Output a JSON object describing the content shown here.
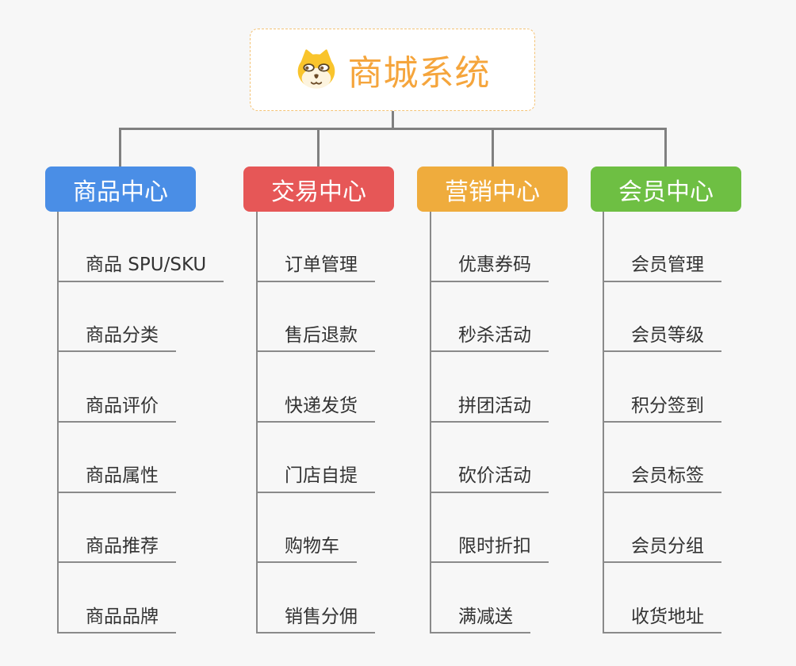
{
  "app": {
    "type": "mindmap",
    "background_color": "#f7f7f7",
    "connector_color": "#808080",
    "child_line_color": "#8a8a8a",
    "child_text_color": "#333333"
  },
  "root": {
    "title": "商城系统",
    "icon": "shiba-dog-icon",
    "title_color": "#f5a53c",
    "border_color": "#f4c376",
    "fill_color": "#ffffff"
  },
  "branches": [
    {
      "label": "商品中心",
      "color": "#4a8ee6",
      "children": [
        "商品 SPU/SKU",
        "商品分类",
        "商品评价",
        "商品属性",
        "商品推荐",
        "商品品牌"
      ]
    },
    {
      "label": "交易中心",
      "color": "#e65757",
      "children": [
        "订单管理",
        "售后退款",
        "快递发货",
        "门店自提",
        "购物车",
        "销售分佣"
      ]
    },
    {
      "label": "营销中心",
      "color": "#efac3d",
      "children": [
        "优惠券码",
        "秒杀活动",
        "拼团活动",
        "砍价活动",
        "限时折扣",
        "满减送"
      ]
    },
    {
      "label": "会员中心",
      "color": "#6ebf43",
      "children": [
        "会员管理",
        "会员等级",
        "积分签到",
        "会员标签",
        "会员分组",
        "收货地址"
      ]
    }
  ]
}
